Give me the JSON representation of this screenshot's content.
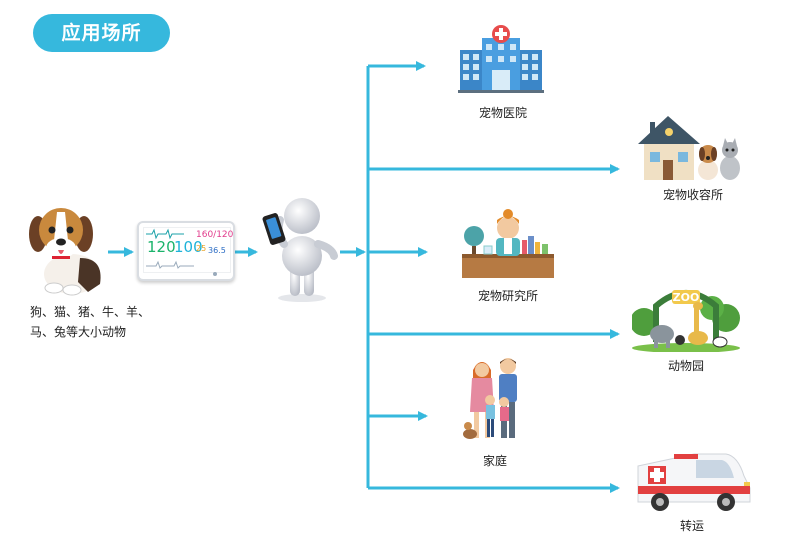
{
  "header": {
    "title": "应用场所"
  },
  "source": {
    "line1": "狗、猫、猪、牛、羊、",
    "line2": "马、兔等大小动物"
  },
  "monitor": {
    "hr": "120",
    "spo2": "100",
    "bp": "160/120",
    "resp": "25",
    "temp": "36.5"
  },
  "destinations": [
    {
      "label": "宠物医院",
      "icon": "hospital-icon"
    },
    {
      "label": "宠物收容所",
      "icon": "shelter-icon"
    },
    {
      "label": "宠物研究所",
      "icon": "researcher-icon"
    },
    {
      "label": "动物园",
      "icon": "zoo-icon"
    },
    {
      "label": "家庭",
      "icon": "family-icon"
    },
    {
      "label": "转运",
      "icon": "ambulance-icon"
    }
  ],
  "zoo_sign": "ZOO",
  "colors": {
    "accent": "#36b8dd"
  }
}
